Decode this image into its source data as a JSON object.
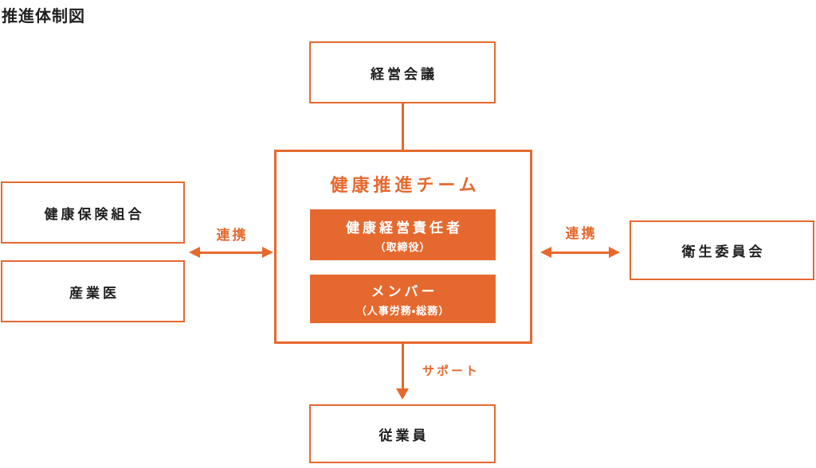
{
  "title": "推進体制図",
  "colors": {
    "accent_orange": "#E5692F",
    "text_black": "#1F1F1F",
    "box_background": "#FFFFFF",
    "inner_box_text": "#FFFFFF"
  },
  "nodes": {
    "management_meeting": {
      "label": "経営会議"
    },
    "promotion_team": {
      "title": "健康推進チーム",
      "leader": {
        "label": "健康経営責任者",
        "sub": "（取締役）"
      },
      "members": {
        "label": "メンバー",
        "sub": "（人事労務・総務）"
      }
    },
    "health_insurance_union": {
      "label": "健康保険組合"
    },
    "occupational_physician": {
      "label": "産業医"
    },
    "hygiene_committee": {
      "label": "衛生委員会"
    },
    "employees": {
      "label": "従業員"
    }
  },
  "edges": {
    "left_link_label": "連携",
    "right_link_label": "連携",
    "support_label": "サポート"
  }
}
